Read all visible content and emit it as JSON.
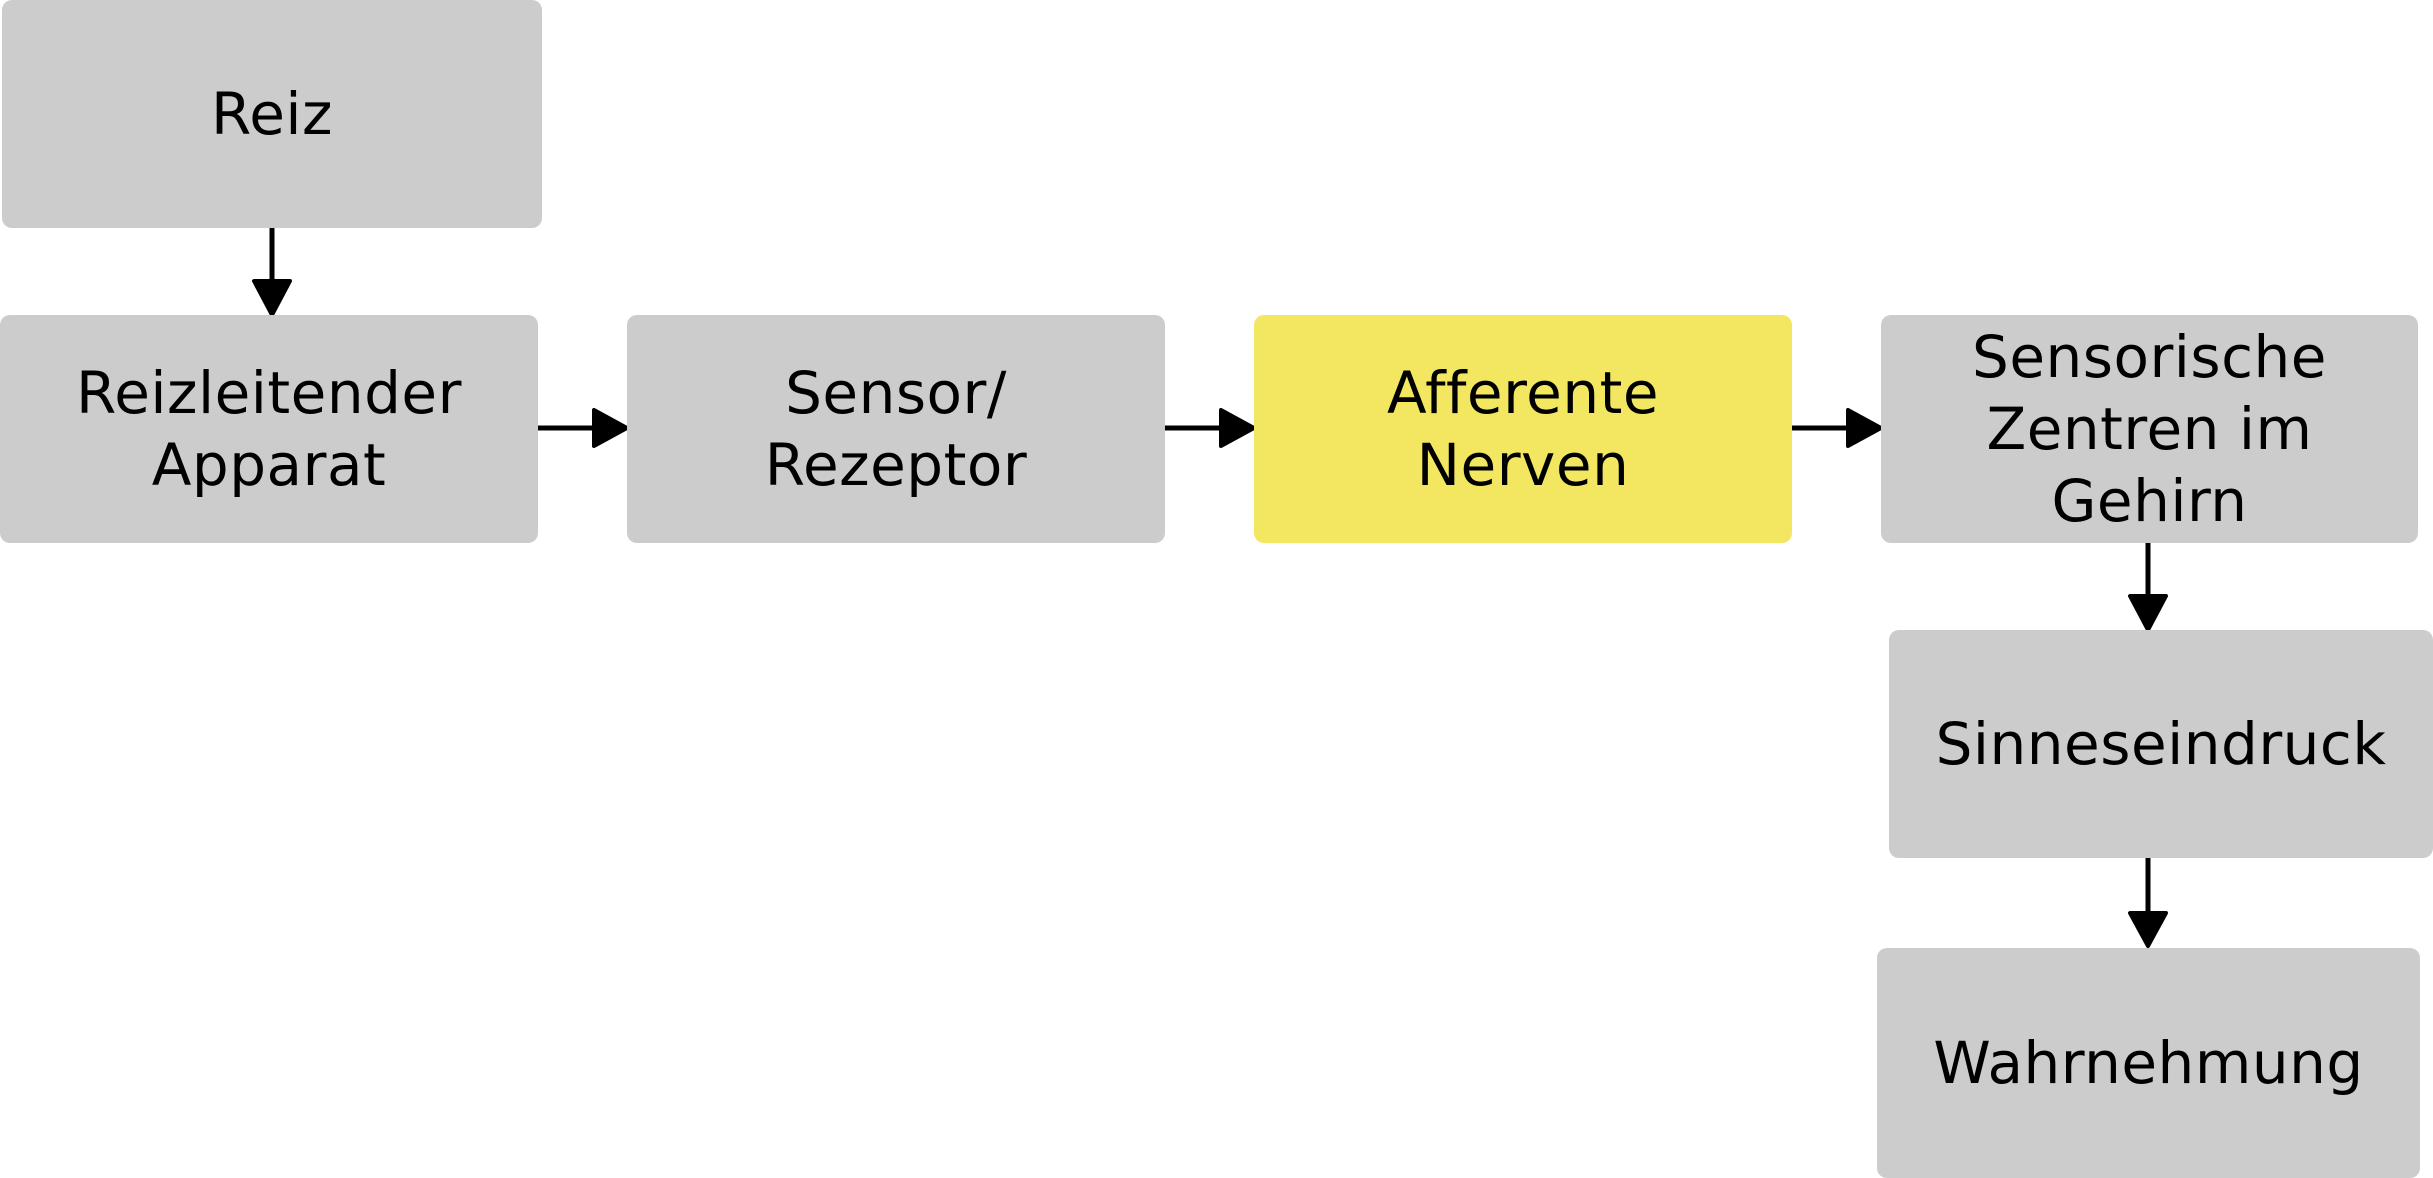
{
  "nodes": {
    "reiz": "Reiz",
    "apparat": "Reizleitender\nApparat",
    "sensor": "Sensor/\nRezeptor",
    "afferent": "Afferente\nNerven",
    "zentren": "Sensorische\nZentren im\nGehirn",
    "eindruck": "Sinneseindruck",
    "wahrnehmung": "Wahrnehmung"
  },
  "colors": {
    "box": "#cccccc",
    "highlight": "#f3e762",
    "arrow": "#000000",
    "text": "#000000"
  },
  "edges": [
    {
      "from": "reiz",
      "to": "apparat"
    },
    {
      "from": "apparat",
      "to": "sensor"
    },
    {
      "from": "sensor",
      "to": "afferent"
    },
    {
      "from": "afferent",
      "to": "zentren"
    },
    {
      "from": "zentren",
      "to": "eindruck"
    },
    {
      "from": "eindruck",
      "to": "wahrnehmung"
    }
  ]
}
